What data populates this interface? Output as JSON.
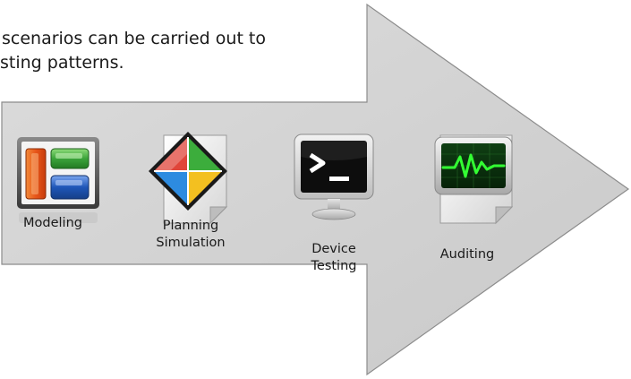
{
  "caption": {
    "line1": "scenarios can be carried out to",
    "line2": "sting patterns."
  },
  "tools": [
    {
      "id": "modeling",
      "icon": "modeling-icon",
      "label_lines": [
        "Modeling"
      ]
    },
    {
      "id": "planning",
      "icon": "planning-simulation-icon",
      "label_lines": [
        "Planning",
        "Simulation"
      ]
    },
    {
      "id": "device",
      "icon": "terminal-monitor-icon",
      "label_lines": [
        "Device",
        "Testing"
      ]
    },
    {
      "id": "auditing",
      "icon": "activity-monitor-icon",
      "label_lines": [
        "Auditing"
      ]
    }
  ],
  "colors": {
    "arrow_fill": "#d3d3d3",
    "arrow_stroke": "#8c8c8c",
    "modeling_orange": "#e8561a",
    "modeling_green": "#3aa43a",
    "modeling_blue": "#1f56b8",
    "diamond_red": "#e0453a",
    "diamond_green": "#3cad3c",
    "diamond_blue": "#2d8be0",
    "diamond_yellow": "#f3c020",
    "terminal_screen": "#0d0d0d",
    "pulse_green": "#33ff33"
  }
}
